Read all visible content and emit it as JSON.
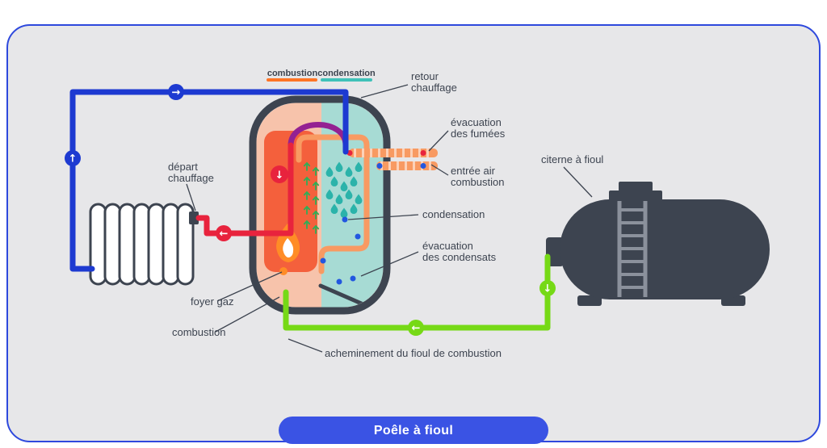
{
  "title": {
    "label": "Poêle à fioul"
  },
  "legend": {
    "combustion": "combustion",
    "condensation": "condensation"
  },
  "labels": {
    "retour_chauffage": [
      "retour",
      "chauffage"
    ],
    "evacuation_fumees": [
      "évacuation",
      "des fumées"
    ],
    "entree_air_combustion": [
      "entrée air",
      "combustion"
    ],
    "condensation": "condensation",
    "evacuation_condensats": [
      "évacuation",
      "des condensats"
    ],
    "citerne_a_fioul": "citerne à fioul",
    "depart_chauffage": [
      "départ",
      "chauffage"
    ],
    "foyer_gaz": "foyer gaz",
    "combustion": "combustion",
    "acheminement": "acheminement du fioul de combustion"
  },
  "icons": {
    "arrow_right": "→",
    "arrow_up": "↑",
    "arrow_left": "←",
    "arrow_down": "↓"
  },
  "colors": {
    "frame_border": "#2e49dd",
    "panel_bg": "#e7e7e9",
    "title_bg": "#3a53e4",
    "dark": "#3d4450",
    "pipe_blue": "#1d3ad1",
    "pipe_red": "#e8233d",
    "pipe_green": "#76d916",
    "pipe_purple": "#942192",
    "combustion_orange": "#ff7425",
    "combustion_zone": "#f7c3ab",
    "combustion_core": "#f4603c",
    "condensation_teal": "#3fc1b9",
    "condensation_zone": "#a7dbd4",
    "flue_orange": "#f89a62"
  }
}
